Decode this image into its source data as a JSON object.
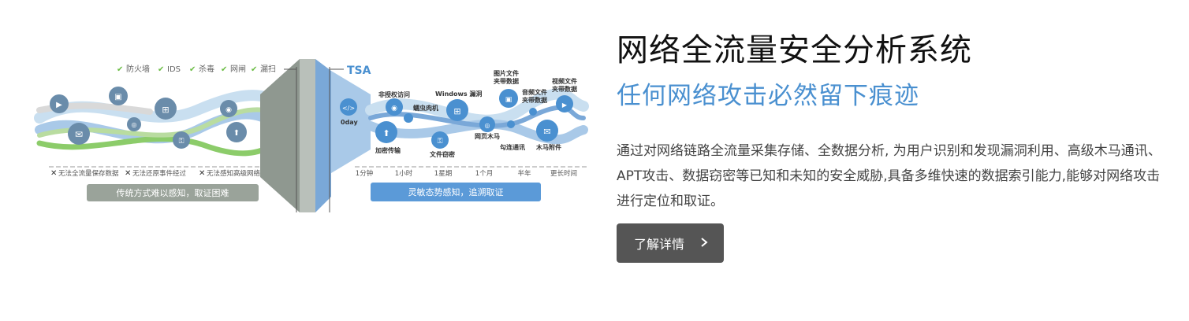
{
  "illustration": {
    "traditional_checks": [
      "防火墙",
      "IDS",
      "杀毒",
      "网闸",
      "漏扫"
    ],
    "traditional_failures": [
      "无法全流量保存数据",
      "无法还原事件经过",
      "无法感知高级网络攻击"
    ],
    "traditional_banner": "传统方式难以感知，取证困难",
    "tsa_label": "TSA",
    "threat_labels": [
      "0day",
      "非授权访问",
      "蠕虫肉机",
      "Windows 漏洞",
      "图片文件\n夹带数据",
      "音频文件\n夹带数据",
      "视频文件\n夹带数据",
      "加密传输",
      "文件窃密",
      "网页木马",
      "勾连通讯",
      "木马附件"
    ],
    "timeline": [
      "1分钟",
      "1小时",
      "1星期",
      "1个月",
      "半年",
      "更长时间"
    ],
    "tsa_banner": "灵敏态势感知，追溯取证"
  },
  "product": {
    "title": "网络全流量安全分析系统",
    "subtitle": "任何网络攻击必然留下痕迹",
    "description": "通过对网络链路全流量采集存储、全数据分析, 为用户识别和发现漏洞利用、高级木马通讯、APT攻击、数据窃密等已知和未知的安全威胁,具备多维快速的数据索引能力,能够对网络攻击进行定位和取证。",
    "button_label": "了解详情",
    "button_icon": "chevron-right-icon"
  },
  "colors": {
    "blue": "#4a90d0",
    "green": "#8ccc6a",
    "gray_band": "#9aa39a",
    "button": "#555555"
  }
}
